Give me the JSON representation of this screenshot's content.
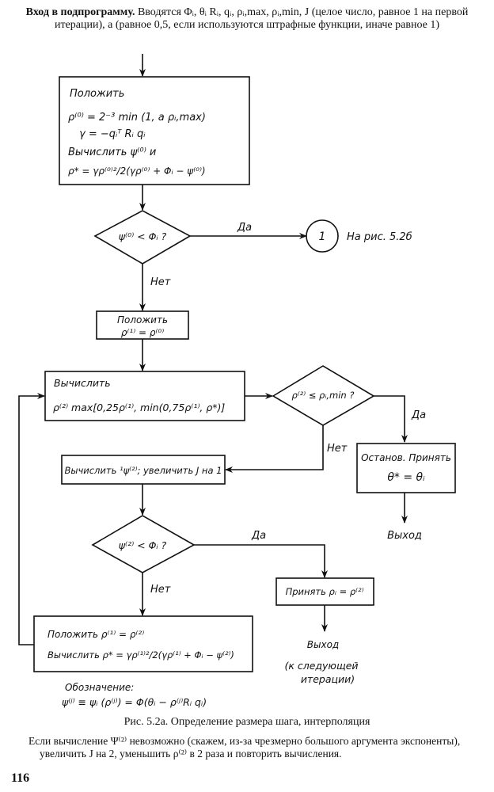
{
  "header": {
    "lead": "Вход в подпрограмму.",
    "text": "Вводятся Φᵢ, θᵢ Rᵢ, qᵢ, ρᵢ,max, ρᵢ,min, J (целое число, равное 1 на первой итерации), a (равное 0,5, если используются штрафные функции, иначе равное 1)"
  },
  "blocks": {
    "init": {
      "title": "Положить",
      "line1": "ρ⁽⁰⁾ = 2⁻³ min (1, a ρᵢ,max)",
      "line2": "γ = −qᵢᵀ Rᵢ qᵢ",
      "line3": "Вычислить ψ⁽⁰⁾ и",
      "line4": "ρ* = γρ⁽⁰⁾²/2(γρ⁽⁰⁾ + Φᵢ − ψ⁽⁰⁾)"
    },
    "decision1": {
      "text": "ψ⁽⁰⁾ < Φᵢ ?",
      "yes": "Да",
      "no": "Нет"
    },
    "connector": {
      "label": "1",
      "note": "На рис. 5.2б"
    },
    "set_rho1": {
      "title": "Положить",
      "line1": "ρ⁽¹⁾ = ρ⁽⁰⁾"
    },
    "compute_rho2": {
      "title": "Вычислить",
      "line1": "ρ⁽²⁾   max[0,25ρ⁽¹⁾, min(0,75ρ⁽¹⁾, ρ*)]"
    },
    "decision2": {
      "text": "ρ⁽²⁾ ≤ ρᵢ,min ?",
      "yes": "Да",
      "no": "Нет"
    },
    "stop": {
      "title": "Останов. Принять",
      "line1": "θ* = θᵢ"
    },
    "exit1": "Выход",
    "compute_psi2": {
      "text": "Вычислить ¹ψ⁽²⁾; увеличить J на 1"
    },
    "decision3": {
      "text": "ψ⁽²⁾ < Φᵢ ?",
      "yes": "Да",
      "no": "Нет"
    },
    "accept": {
      "text": "Принять ρᵢ = ρ⁽²⁾"
    },
    "exit2": {
      "label": "Выход",
      "note1": "(к следующей",
      "note2": "итерации)"
    },
    "update": {
      "line1": "Положить ρ⁽¹⁾ = ρ⁽²⁾",
      "line2": "Вычислить ρ* = γρ⁽¹⁾²/2(γρ⁽¹⁾ + Φᵢ − ψ⁽²⁾)"
    },
    "notation": {
      "title": "Обозначение:",
      "formula": "ψ⁽ʲ⁾ ≡ ψᵢ (ρ⁽ʲ⁾) = Φ(θᵢ − ρ⁽ʲ⁾Rᵢ qᵢ)"
    }
  },
  "caption": "Рис. 5.2а. Определение размера шага, интерполяция",
  "footnote": "Если вычисление Ψ⁽²⁾ невозможно (скажем, из-за чрезмерно большого аргумента экспоненты), увеличить J на 2, уменьшить ρ⁽²⁾ в 2 раза и повторить вычисления.",
  "page_number": "116"
}
